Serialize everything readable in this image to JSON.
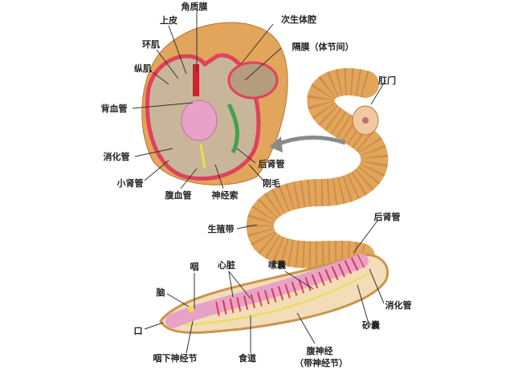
{
  "title": "Earthworm anatomy",
  "cross_section": {
    "cuticle": "角质膜",
    "epidermis": "上皮",
    "circular_muscle": "环肌",
    "longitudinal_muscle": "纵肌",
    "dorsal_vessel": "背血管",
    "digestive_tract": "消化管",
    "small_nephridia": "小肾管",
    "ventral_vessel": "腹血管",
    "nerve_cord": "神经索",
    "setae": "刚毛",
    "metanephridia": "后肾管",
    "coelom": "次生体腔",
    "septum": "隔膜（体节间）"
  },
  "whole_body": {
    "anus": "肛门",
    "clitellum": "生殖带",
    "metanephridia": "后肾管",
    "pharynx": "咽",
    "heart": "心脏",
    "crop": "嗉囊",
    "brain": "脑",
    "mouth": "口",
    "subpharyngeal_ganglion": "咽下神经节",
    "esophagus": "食道",
    "ventral_nerve": "腹神经",
    "ventral_nerve_note": "（带神经节）",
    "gizzard": "砂囊",
    "digestive_tract": "消化管"
  },
  "colors": {
    "skin": "#e2a55c",
    "skin_dark": "#b8742f",
    "gut": "#e8a2c8",
    "vessel": "#d3202e",
    "nerve": "#e8df4a",
    "nephridia": "#3fa34d",
    "arrow": "#8a8a8a"
  }
}
